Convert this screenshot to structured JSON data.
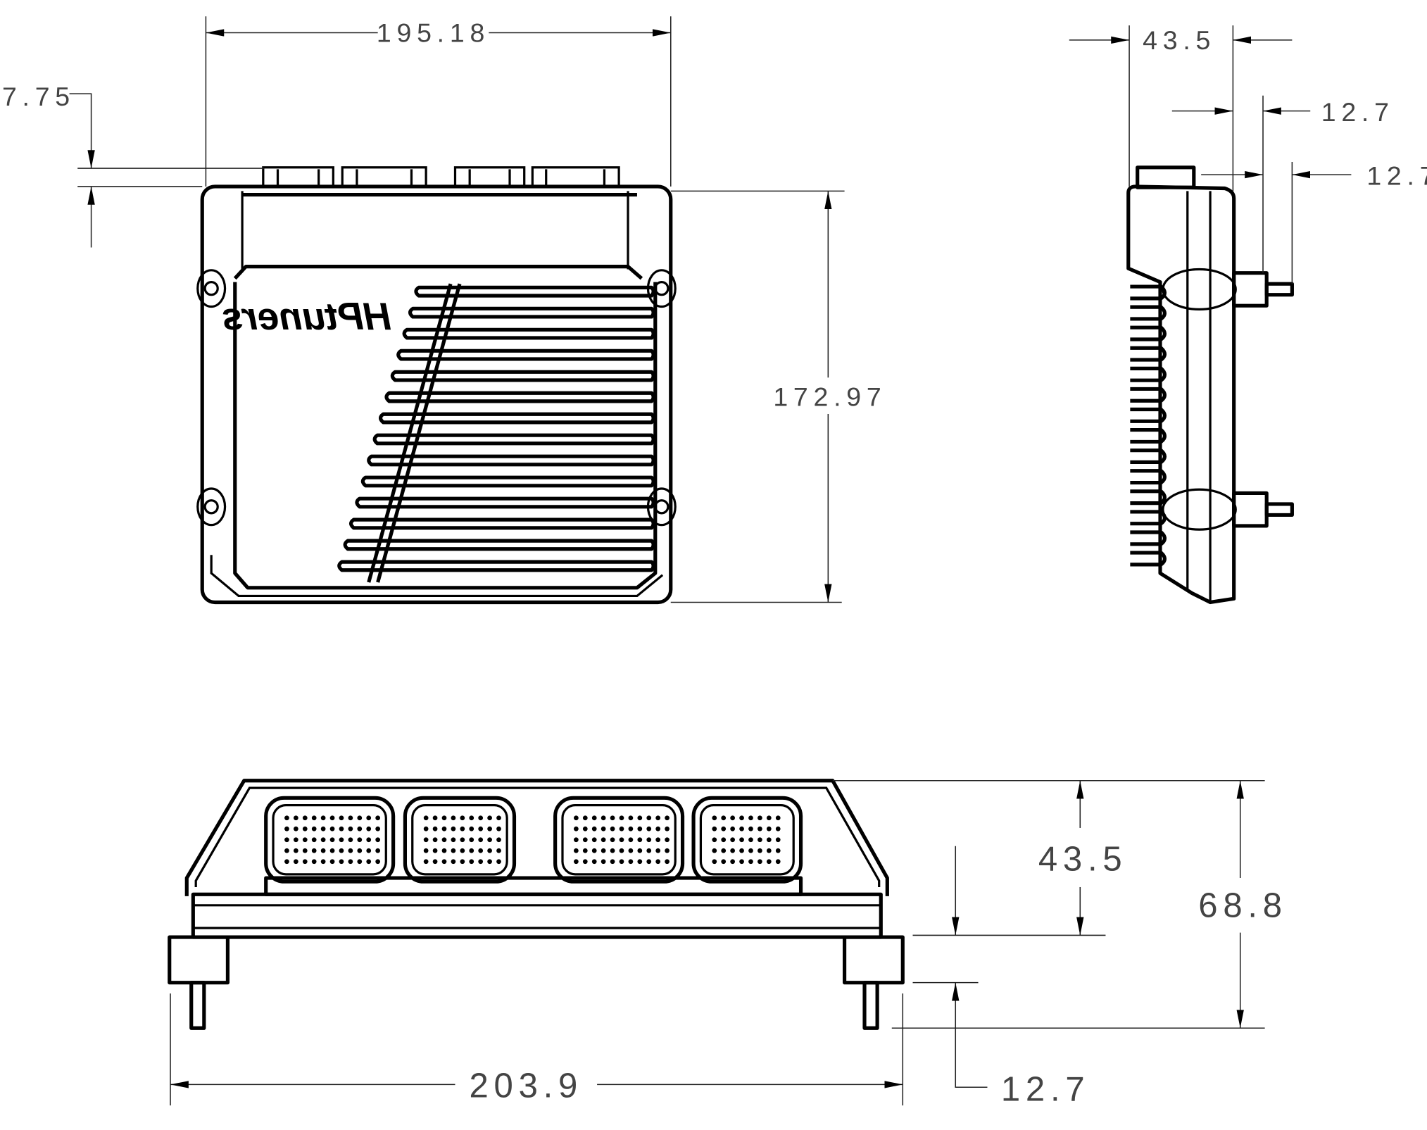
{
  "title": "HP Tuners ECU enclosure dimension drawing",
  "logo_text": "HPtuners",
  "views": {
    "front": {
      "width_dim": "195.18",
      "connector_height_dim": "7.75",
      "height_dim": "172.97"
    },
    "side": {
      "depth_dim": "43.5",
      "offset_dim_1": "12.7",
      "offset_dim_2": "12.7"
    },
    "bottom": {
      "overall_width_dim": "203.9",
      "body_height_dim": "43.5",
      "overall_height_dim": "68.8",
      "stud_dim": "12.7"
    }
  },
  "colors": {
    "line": "#000000",
    "dimension_text": "#444444"
  }
}
